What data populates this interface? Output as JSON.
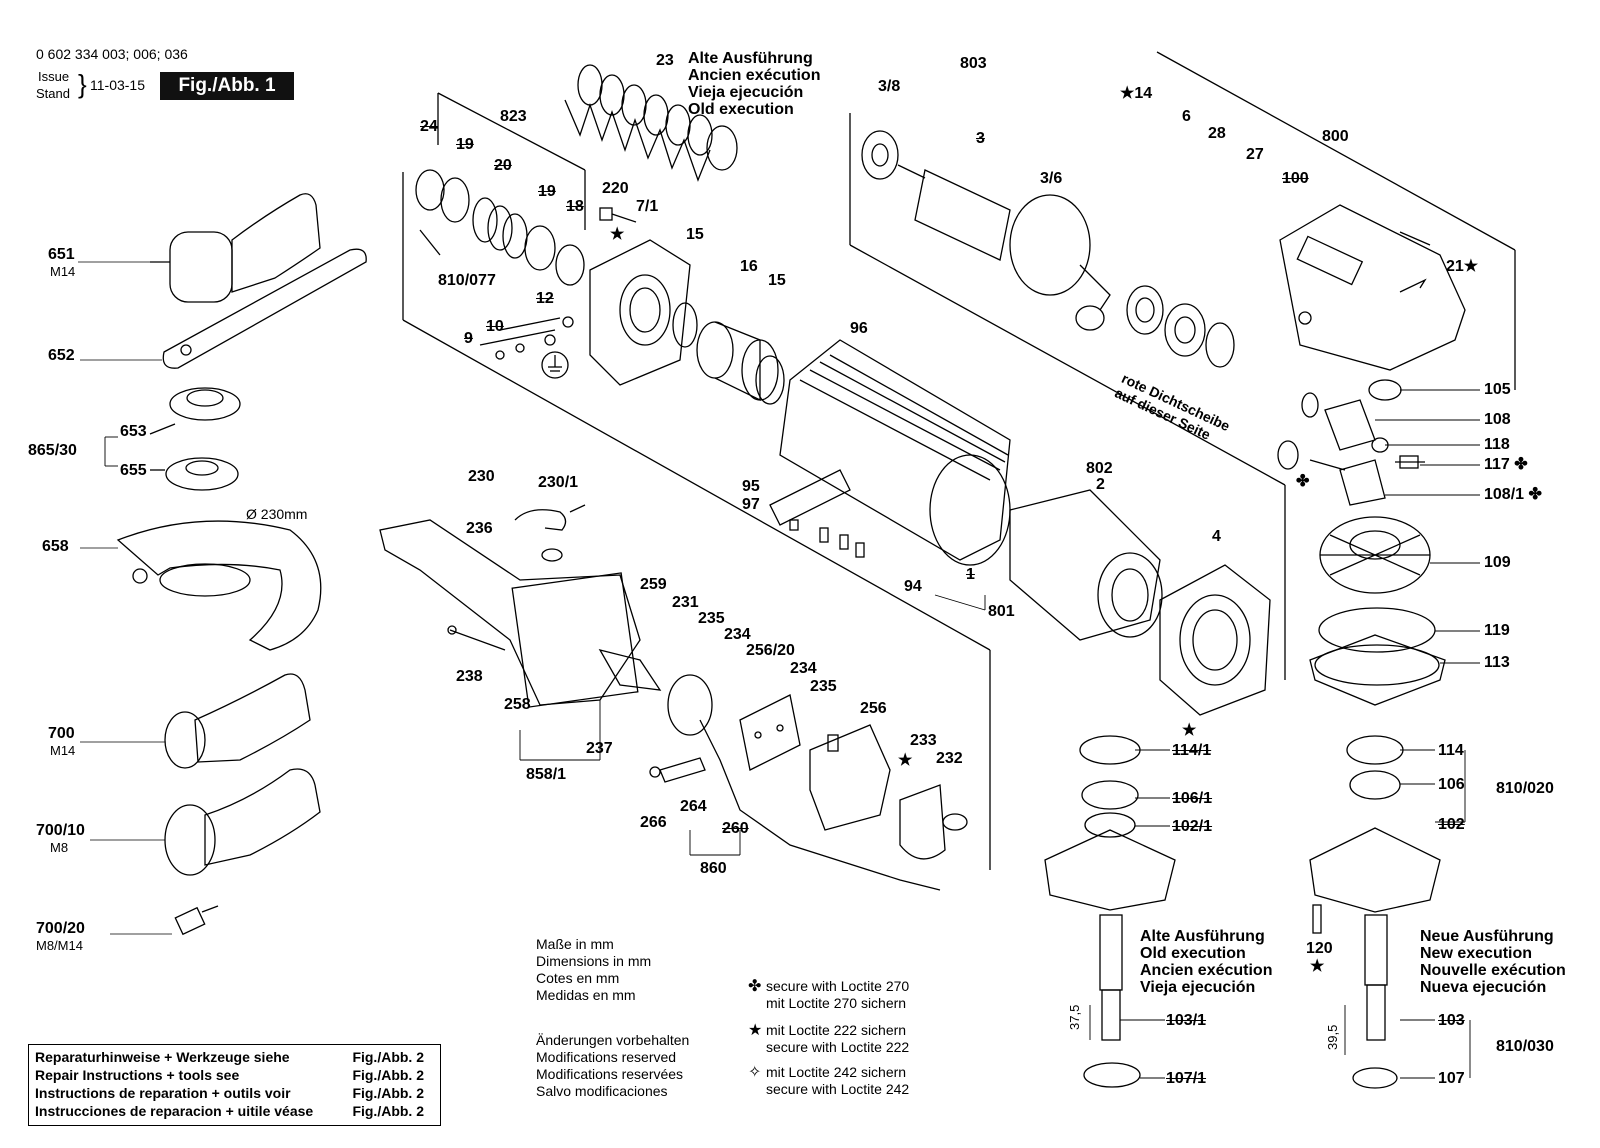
{
  "header": {
    "model_numbers": "0 602 334 003; 006; 036",
    "issue_label": "Issue",
    "stand_label": "Stand",
    "date": "11-03-15",
    "figure": "Fig./Abb. 1"
  },
  "old_execution_top": [
    "Alte Ausführung",
    "Ancien exécution",
    "Vieja ejecución",
    "Old execution"
  ],
  "spindle_old_execution": [
    "Alte Ausführung",
    "Old execution",
    "Ancien exécution",
    "Vieja ejecución"
  ],
  "spindle_new_execution": [
    "Neue Ausführung",
    "New execution",
    "Nouvelle exécution",
    "Nueva ejecución"
  ],
  "dimensions_note": [
    "Maße in mm",
    "Dimensions in mm",
    "Cotes en mm",
    "Medidas en mm"
  ],
  "modifications_note": [
    "Änderungen vorbehalten",
    "Modifications reserved",
    "Modifications reservées",
    "Salvo modificaciones"
  ],
  "legend": [
    {
      "symbol": "✤",
      "line1": "secure with Loctite 270",
      "line2": "mit Loctite 270 sichern"
    },
    {
      "symbol": "★",
      "line1": "mit Loctite 222 sichern",
      "line2": "secure with Loctite 222"
    },
    {
      "symbol": "✧",
      "line1": "mit Loctite 242 sichern",
      "line2": "secure with Loctite 242"
    }
  ],
  "repair_box": [
    {
      "text": "Reparaturhinweise + Werkzeuge siehe",
      "ref": "Fig./Abb. 2"
    },
    {
      "text": "Repair Instructions + tools see",
      "ref": "Fig./Abb. 2"
    },
    {
      "text": "Instructions de reparation + outils voir",
      "ref": "Fig./Abb. 2"
    },
    {
      "text": "Instrucciones de reparacion + uitile véase",
      "ref": "Fig./Abb. 2"
    }
  ],
  "seal_note": "rote Dichtscheibe auf dieser Seite",
  "guard_diameter": "Ø 230mm",
  "dimension_old": "37,5",
  "dimension_new": "39,5",
  "part_labels": {
    "p651": "651",
    "m14a": "M14",
    "p652": "652",
    "p653": "653",
    "p86530": "865/30",
    "p655": "655",
    "p658": "658",
    "p700": "700",
    "m14b": "M14",
    "p70010": "700/10",
    "m8": "M8",
    "p70020": "700/20",
    "m8m14": "M8/M14",
    "p23": "23",
    "p24": "24",
    "p19a": "19",
    "p823": "823",
    "p20": "20",
    "p19b": "19",
    "p18": "18",
    "p220": "220",
    "p71": "7/1",
    "p15a": "15",
    "p16": "16",
    "p15b": "15",
    "p810077": "810/077",
    "p12": "12",
    "p10": "10",
    "p9": "9",
    "p38": "3/8",
    "p803": "803",
    "p3": "3",
    "p36": "3/6",
    "p14": "★14",
    "p6": "6",
    "p28": "28",
    "p27": "27",
    "p800": "800",
    "p100": "100",
    "p21": "21★",
    "p105": "105",
    "p108": "108",
    "p118": "118",
    "p117": "117 ✤",
    "p1081": "108/1 ✤",
    "p109": "109",
    "p119": "119",
    "p113": "113",
    "p96": "96",
    "p95": "95",
    "p97": "97",
    "p94": "94",
    "p1": "1",
    "p801": "801",
    "p802": "802",
    "p2": "2",
    "p4": "4",
    "p230": "230",
    "p2301": "230/1",
    "p236": "236",
    "p238": "238",
    "p258": "258",
    "p237": "237",
    "p8581": "858/1",
    "p259": "259",
    "p231": "231",
    "p235a": "235",
    "p234a": "234",
    "p25620": "256/20",
    "p234b": "234",
    "p235b": "235",
    "p256": "256",
    "p233": "233",
    "p232": "232",
    "p266": "266",
    "p264": "264",
    "p260": "260",
    "p860": "860",
    "p1141": "114/1",
    "p1061": "106/1",
    "p1021": "102/1",
    "p1031": "103/1",
    "p1071": "107/1",
    "p114": "114",
    "p106": "106",
    "p810020": "810/020",
    "p102": "102",
    "p120": "120",
    "p103": "103",
    "p810030": "810/030",
    "p107": "107"
  }
}
